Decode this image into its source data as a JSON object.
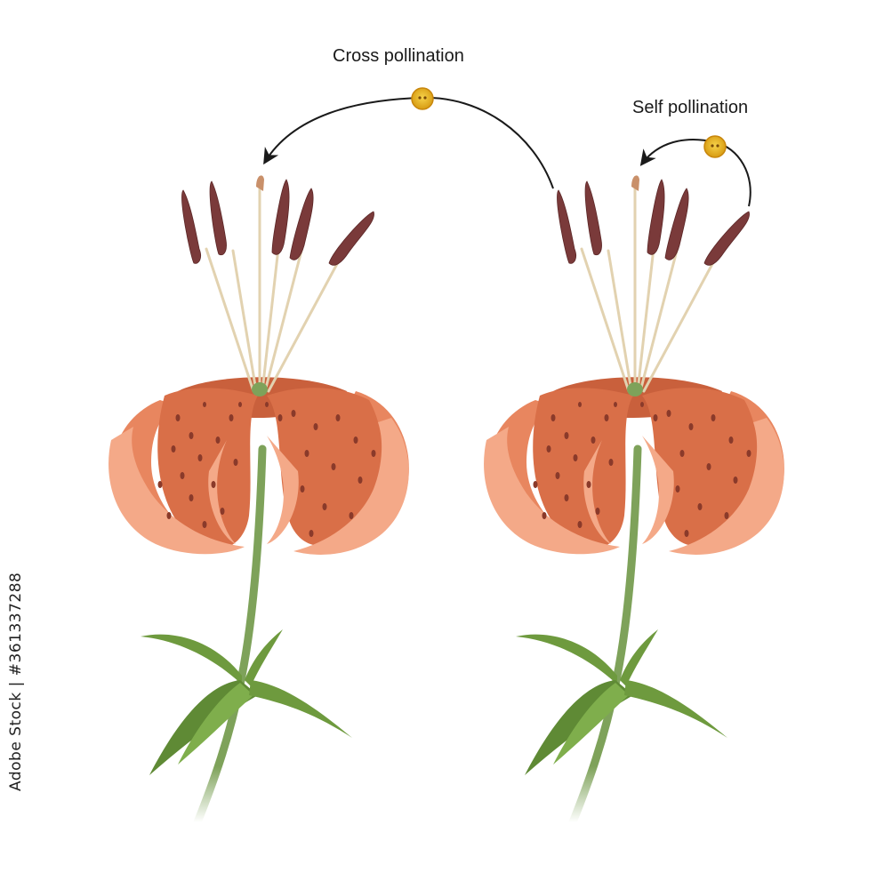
{
  "labels": {
    "cross": "Cross pollination",
    "self": "Self pollination"
  },
  "stock_id": "Adobe Stock | #361337288",
  "colors": {
    "petal": "#e8865f",
    "petal_light": "#f4a988",
    "petal_dark": "#c9603c",
    "spot": "#8a3a2a",
    "anther": "#7a3a3a",
    "filament": "#e2d2b0",
    "stem": "#7ea25a",
    "leaf": "#6e9a3e",
    "pollen": "#e8b923",
    "arrow": "#1a1a1a"
  },
  "icons": [
    "pollen-grain-icon",
    "arrow-icon"
  ]
}
